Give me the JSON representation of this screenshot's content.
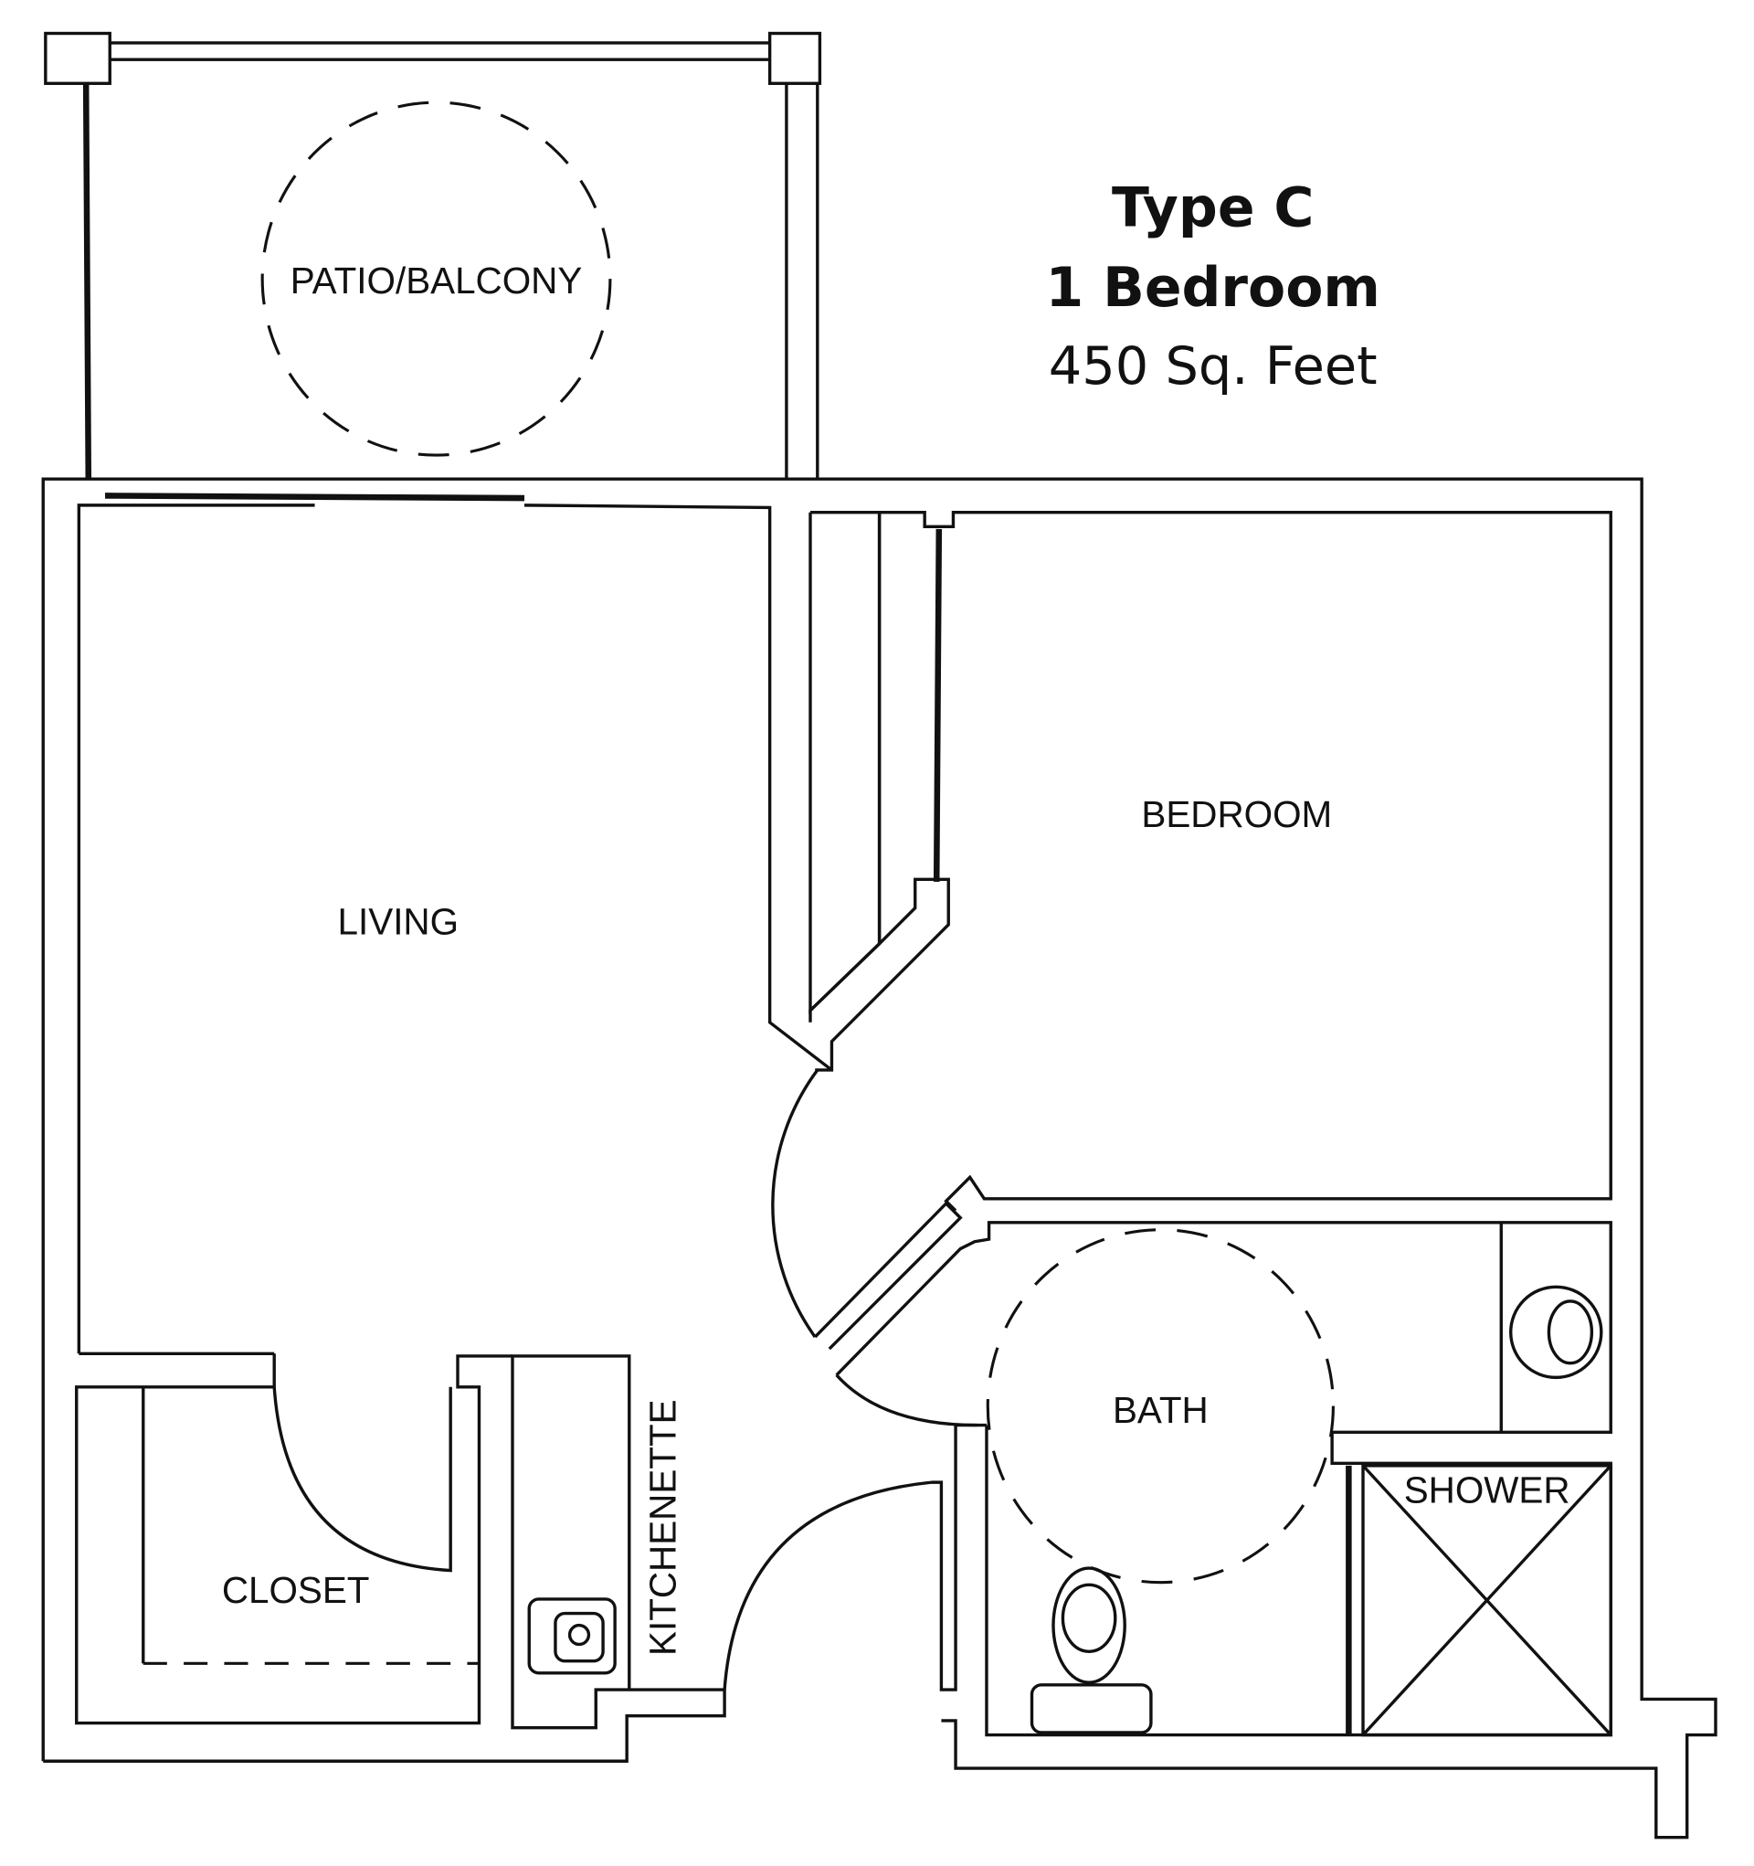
{
  "header": {
    "type": "Type C",
    "bedrooms": "1 Bedroom",
    "area": "450 Sq. Feet"
  },
  "rooms": {
    "patio": "PATIO/BALCONY",
    "living": "LIVING",
    "bedroom": "BEDROOM",
    "bath": "BATH",
    "shower": "SHOWER",
    "closet": "CLOSET",
    "kitchenette": "KITCHENETTE"
  }
}
